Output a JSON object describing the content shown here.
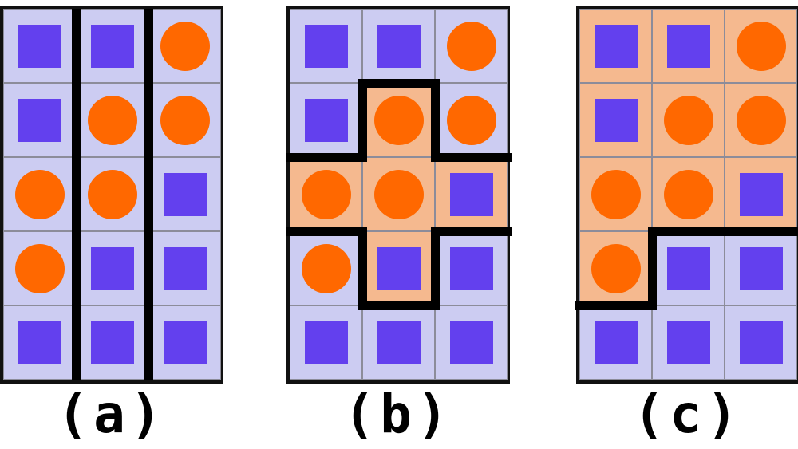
{
  "colors": {
    "background_default": "#ccccf2",
    "background_region": "#f5b98f",
    "square": "#6340ee",
    "circle": "#ff6800",
    "wall": "#000000"
  },
  "legend": {
    "S": "square-blue",
    "C": "circle-orange"
  },
  "panels": [
    {
      "id": "a",
      "caption": "(a)",
      "rows": [
        [
          "S",
          "S",
          "C"
        ],
        [
          "S",
          "C",
          "C"
        ],
        [
          "C",
          "C",
          "S"
        ],
        [
          "C",
          "S",
          "S"
        ],
        [
          "S",
          "S",
          "S"
        ]
      ],
      "region": [
        [
          0,
          0,
          0
        ],
        [
          0,
          0,
          0
        ],
        [
          0,
          0,
          0
        ],
        [
          0,
          0,
          0
        ],
        [
          0,
          0,
          0
        ]
      ]
    },
    {
      "id": "b",
      "caption": "(b)",
      "rows": [
        [
          "S",
          "S",
          "C"
        ],
        [
          "S",
          "C",
          "C"
        ],
        [
          "C",
          "C",
          "S"
        ],
        [
          "C",
          "S",
          "S"
        ],
        [
          "S",
          "S",
          "S"
        ]
      ],
      "region": [
        [
          0,
          0,
          0
        ],
        [
          0,
          1,
          0
        ],
        [
          1,
          1,
          1
        ],
        [
          0,
          1,
          0
        ],
        [
          0,
          0,
          0
        ]
      ]
    },
    {
      "id": "c",
      "caption": "(c)",
      "rows": [
        [
          "S",
          "S",
          "C"
        ],
        [
          "S",
          "C",
          "C"
        ],
        [
          "C",
          "C",
          "S"
        ],
        [
          "C",
          "S",
          "S"
        ],
        [
          "S",
          "S",
          "S"
        ]
      ],
      "region": [
        [
          1,
          1,
          1
        ],
        [
          1,
          1,
          1
        ],
        [
          1,
          1,
          1
        ],
        [
          1,
          0,
          0
        ],
        [
          0,
          0,
          0
        ]
      ]
    }
  ]
}
